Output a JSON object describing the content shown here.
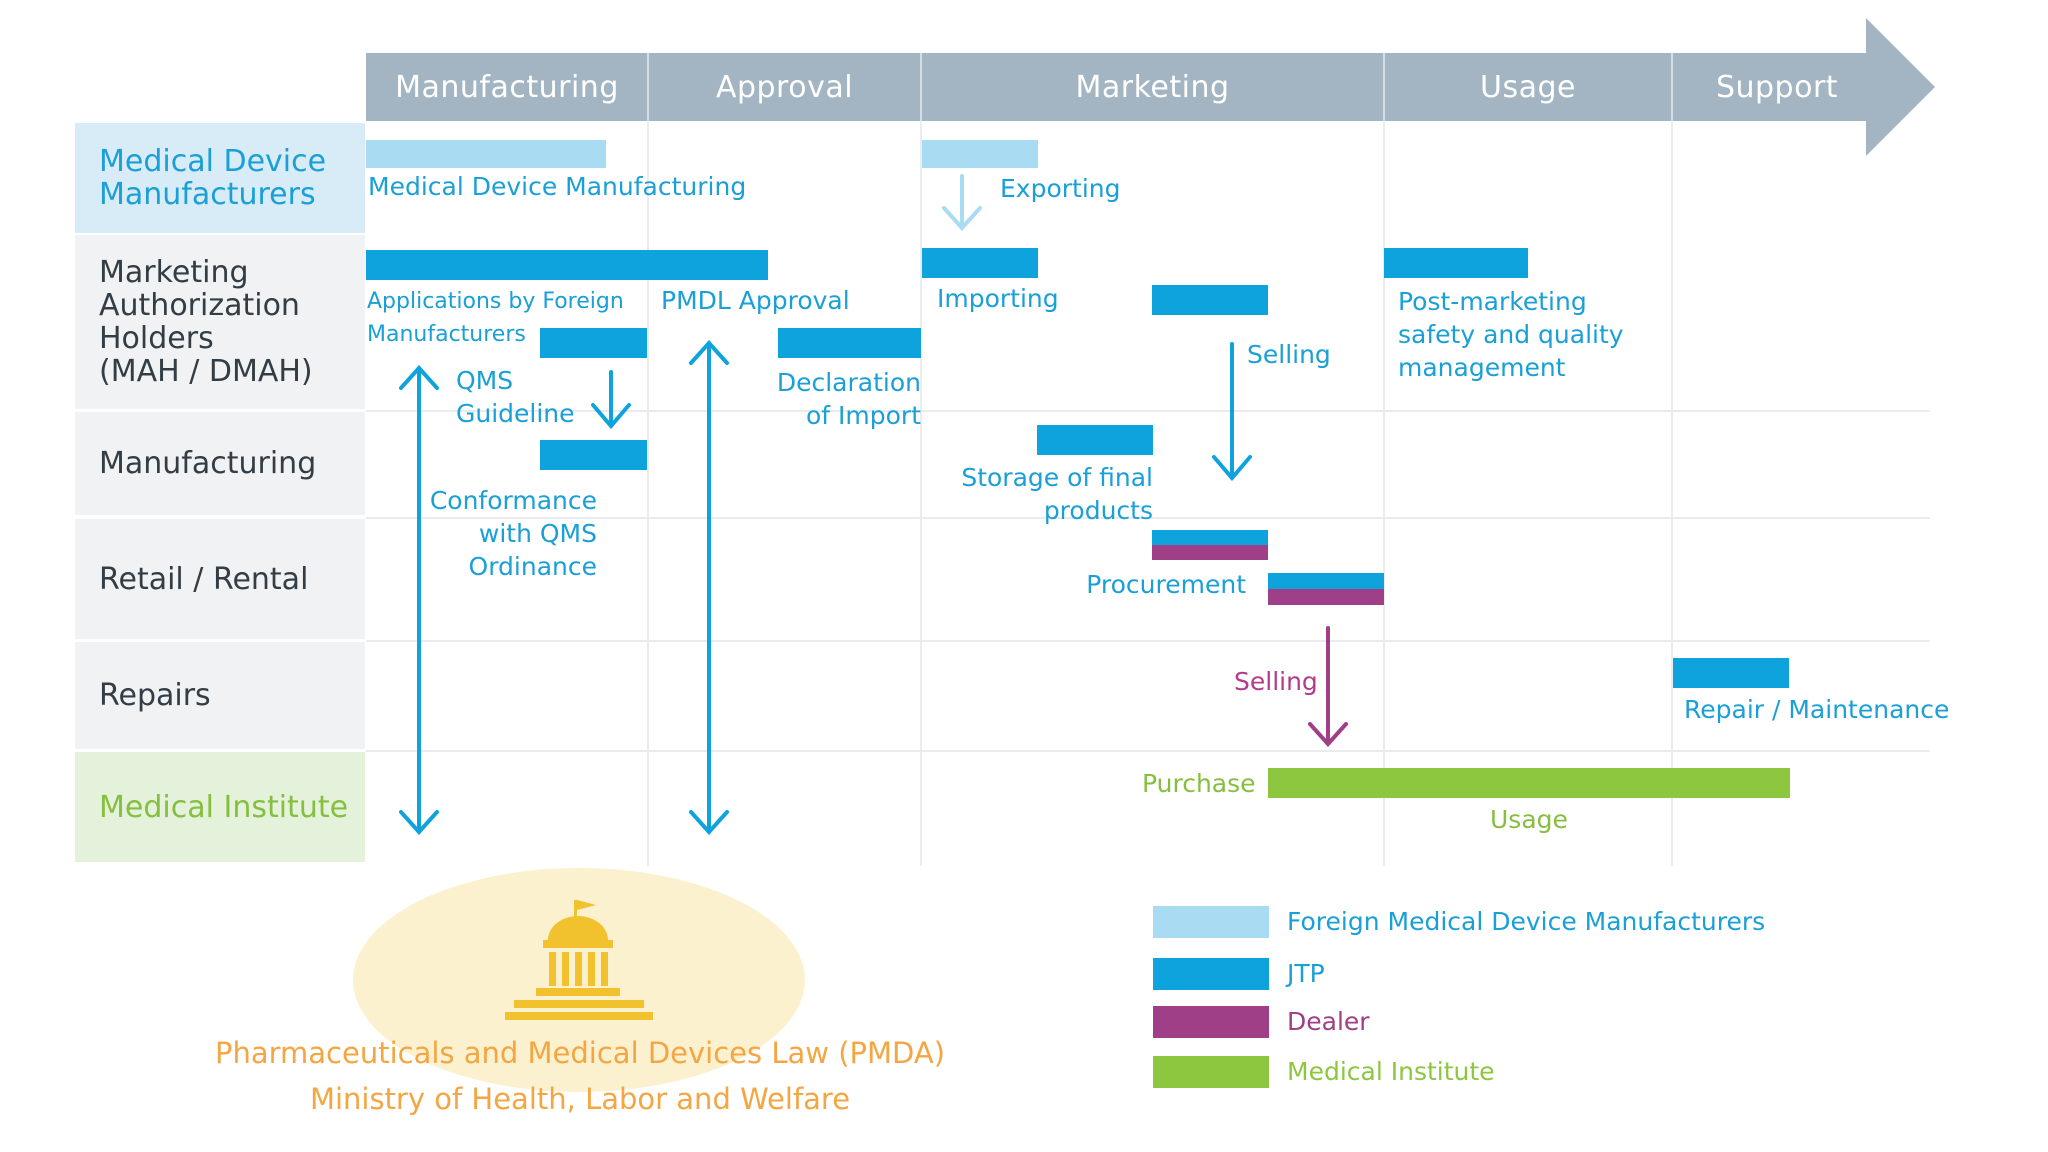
{
  "colors": {
    "foreign": "#a9dcf3",
    "jtp": "#0ea3dd",
    "dealer": "#9e3f87",
    "medical": "#8dc63f",
    "arrow_band": "#a3b5c2",
    "pmda_ellipse": "#fcefc6",
    "pmda_icon": "#f2c12e",
    "pmda_text": "#f3a642"
  },
  "phases": [
    "Manufacturing",
    "Approval",
    "Marketing",
    "Usage",
    "Support"
  ],
  "rows": {
    "medical_device_manufacturers": "Medical Device\nManufacturers",
    "mah": "Marketing\nAuthorization\nHolders\n (MAH / DMAH)",
    "manufacturing": "Manufacturing",
    "retail": "Retail / Rental",
    "repairs": "Repairs",
    "medical_institute": "Medical Institute"
  },
  "activities": {
    "medical_device_manufacturing": "Medical Device Manufacturing",
    "exporting": "Exporting",
    "applications": "Applications by Foreign\nManufacturers",
    "pmdl_approval": "PMDL Approval",
    "importing": "Importing",
    "post_marketing": "Post-marketing\nsafety and quality\nmanagement",
    "selling_jtp": "Selling",
    "qms_guideline": "QMS\nGuideline",
    "declaration": "Declaration\nof Import",
    "storage": "Storage of final\nproducts",
    "conformance": "Conformance\nwith QMS\nOrdinance",
    "procurement": "Procurement",
    "selling_dealer": "Selling",
    "repair": "Repair / Maintenance",
    "purchase": "Purchase",
    "usage": "Usage"
  },
  "authority": {
    "law": "Pharmaceuticals and Medical Devices Law (PMDA)",
    "ministry": "Ministry of Health, Labor and Welfare",
    "icon": "government-building-icon"
  },
  "legend": [
    {
      "label": "Foreign Medical Device Manufacturers",
      "color": "#a9dcf3"
    },
    {
      "label": "JTP",
      "color": "#0ea3dd"
    },
    {
      "label": "Dealer",
      "color": "#9e3f87"
    },
    {
      "label": "Medical Institute",
      "color": "#8dc63f"
    }
  ]
}
